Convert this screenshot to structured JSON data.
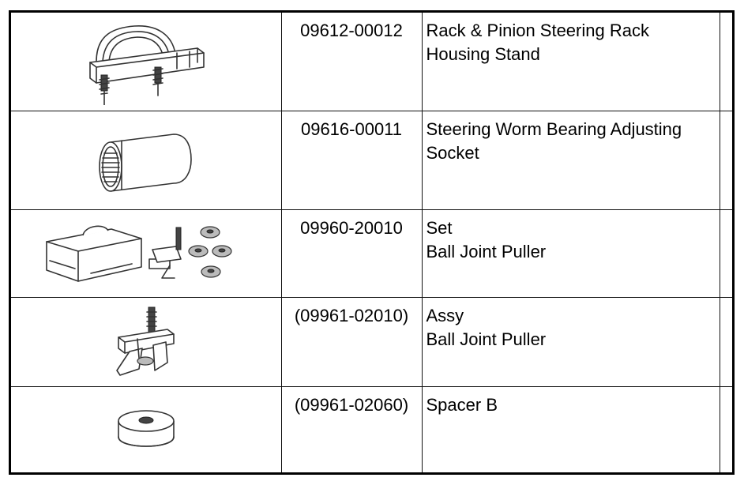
{
  "tools": [
    {
      "part_number": "09612-00012",
      "name_lines": [
        "Rack & Pinion Steering Rack",
        "Housing Stand"
      ],
      "illustration": "rack-housing-stand-icon"
    },
    {
      "part_number": "09616-00011",
      "name_lines": [
        "Steering Worm Bearing Adjusting",
        "Socket"
      ],
      "illustration": "adjusting-socket-icon"
    },
    {
      "part_number": "09960-20010",
      "name_lines": [
        "Set",
        "Ball Joint Puller"
      ],
      "illustration": "ball-joint-puller-set-icon"
    },
    {
      "part_number": "(09961-02010)",
      "name_lines": [
        "Assy",
        "Ball Joint Puller"
      ],
      "illustration": "ball-joint-puller-icon"
    },
    {
      "part_number": "(09961-02060)",
      "name_lines": [
        "Spacer B"
      ],
      "illustration": "spacer-icon"
    }
  ]
}
